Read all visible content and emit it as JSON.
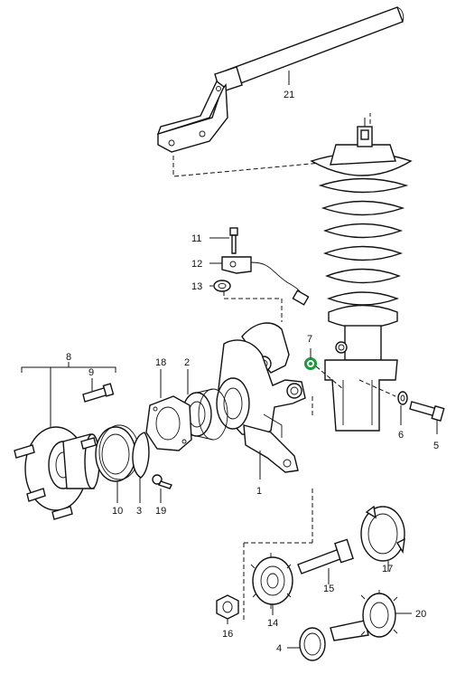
{
  "callouts": [
    {
      "id": "c1",
      "label": "1"
    },
    {
      "id": "c2",
      "label": "2"
    },
    {
      "id": "c3",
      "label": "3"
    },
    {
      "id": "c4",
      "label": "4"
    },
    {
      "id": "c5",
      "label": "5"
    },
    {
      "id": "c6",
      "label": "6"
    },
    {
      "id": "c7",
      "label": "7"
    },
    {
      "id": "c8",
      "label": "8"
    },
    {
      "id": "c9",
      "label": "9"
    },
    {
      "id": "c10",
      "label": "10"
    },
    {
      "id": "c11",
      "label": "11"
    },
    {
      "id": "c12",
      "label": "12"
    },
    {
      "id": "c13",
      "label": "13"
    },
    {
      "id": "c14",
      "label": "14"
    },
    {
      "id": "c15",
      "label": "15"
    },
    {
      "id": "c16",
      "label": "16"
    },
    {
      "id": "c17",
      "label": "17"
    },
    {
      "id": "c18",
      "label": "18"
    },
    {
      "id": "c19",
      "label": "19"
    },
    {
      "id": "c20",
      "label": "20"
    },
    {
      "id": "c21",
      "label": "21"
    }
  ],
  "highlight": {
    "part": "7",
    "color": "#1c9a3c"
  }
}
